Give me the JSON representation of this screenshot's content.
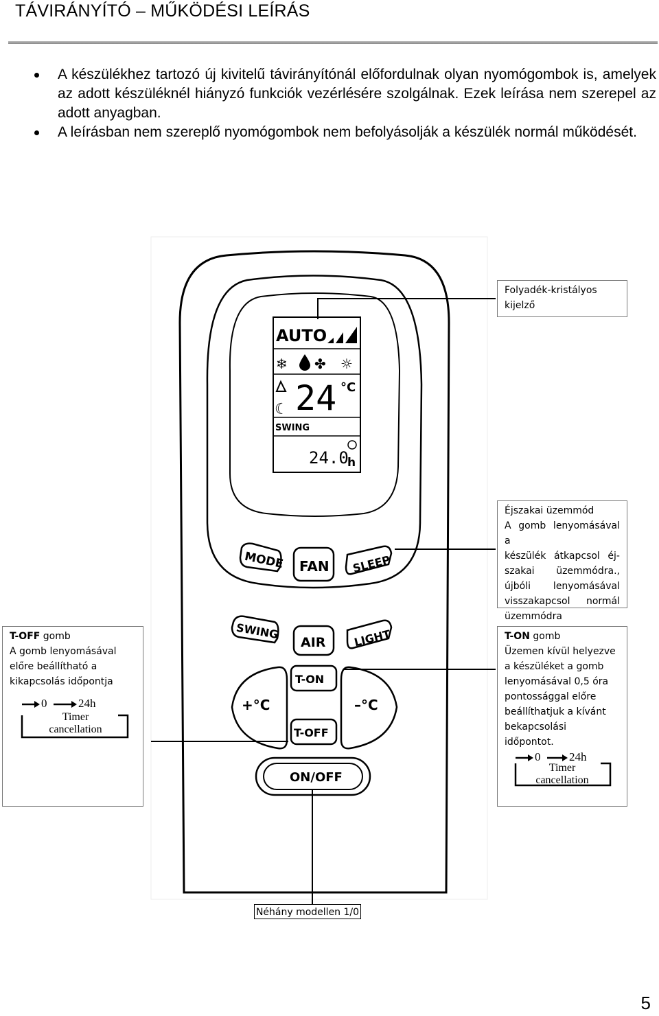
{
  "page": {
    "title": "TÁVIRÁNYÍTÓ – MŰKÖDÉSI LEÍRÁS",
    "bullets": [
      "A készülékhez tartozó új kivitelű távirányítónál előfordulnak olyan nyomógombok is, amelyek az adott készüléknél hiányzó funkciók vezérlésére szolgálnak. Ezek leírása nem szerepel az adott anyagban.",
      "A leírásban nem szereplő nyomógombok nem befolyásolják a készülék normál működését."
    ],
    "page_number": "5"
  },
  "remote": {
    "lcd": {
      "mode_text": "AUTO",
      "temperature": "24",
      "temp_unit": "°C",
      "swing_text": "SWING",
      "timer_value": "24.0",
      "timer_unit": "h"
    },
    "buttons": {
      "mode": "MODE",
      "fan": "FAN",
      "sleep": "SLEEP",
      "swing": "SWING",
      "air": "AIR",
      "light": "LIGHT",
      "t_on": "T-ON",
      "t_off": "T-OFF",
      "temp_up": "+°C",
      "temp_down": "–°C",
      "on_off": "ON/OFF"
    }
  },
  "callouts": {
    "lcd": {
      "line1": "Folyadék-kristályos",
      "line2": "kijelző"
    },
    "sleep": {
      "title": "Éjszakai üzemmód",
      "lines": [
        "A gomb lenyomásával a",
        "készülék átkapcsol éj-",
        "szakai üzemmódra.,",
        "újbóli lenyomásával",
        "visszakapcsol normál",
        "üzemmódra"
      ]
    },
    "t_off": {
      "title_bold": "T-OFF",
      "title_rest": " gomb",
      "lines": [
        "A gomb lenyomásával",
        "előre beállítható a",
        "kikapcsolás időpontja"
      ]
    },
    "t_on": {
      "title_bold": "T-ON",
      "title_rest": " gomb",
      "lines": [
        "Üzemen kívül helyezve",
        "a készüléket a gomb",
        "lenyomásával 0,5 óra",
        "pontossággal előre",
        "beállíthatjuk a kívánt",
        "bekapcsolási",
        "időpontot."
      ]
    },
    "timer_figure": {
      "start": "0",
      "end": "24h",
      "line1": "Timer",
      "line2": "cancellation"
    }
  },
  "caption": "Néhány modellen 1/0"
}
